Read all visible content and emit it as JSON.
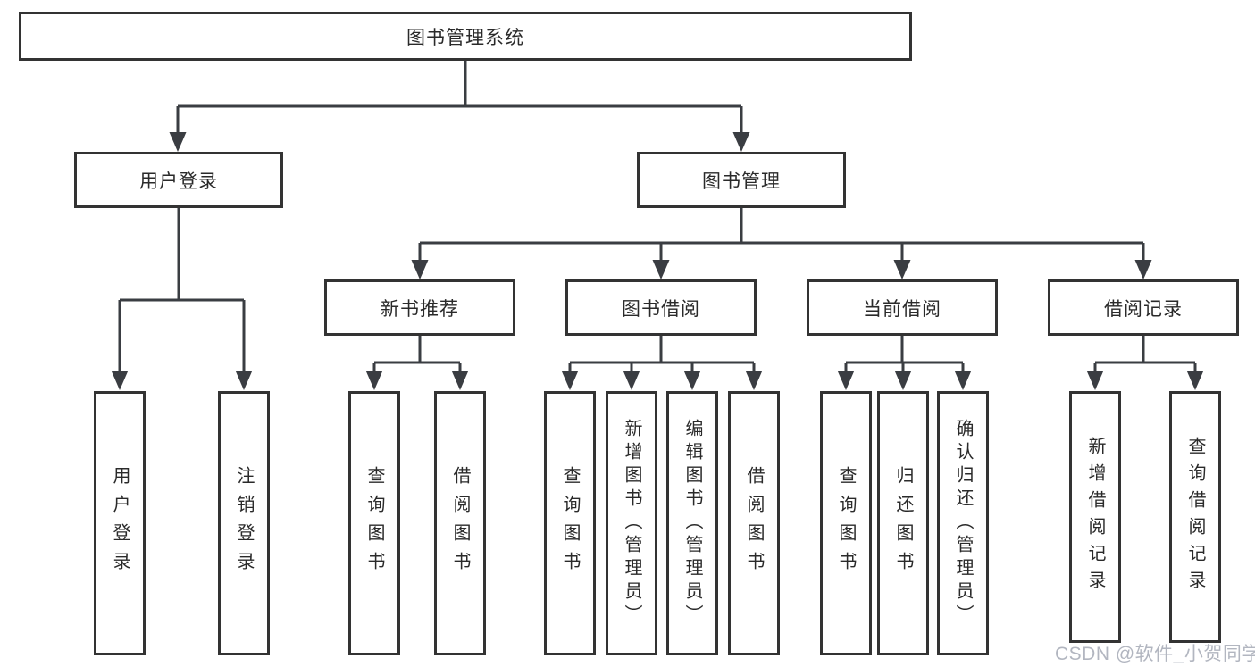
{
  "tree": {
    "label": "图书管理系统",
    "children": [
      {
        "label": "用户登录",
        "children": [
          {
            "label": "用户登录"
          },
          {
            "label": "注销登录"
          }
        ]
      },
      {
        "label": "图书管理",
        "children": [
          {
            "label": "新书推荐",
            "children": [
              {
                "label": "查询图书"
              },
              {
                "label": "借阅图书"
              }
            ]
          },
          {
            "label": "图书借阅",
            "children": [
              {
                "label": "查询图书"
              },
              {
                "label": "新增图书（管理员）"
              },
              {
                "label": "编辑图书（管理员）"
              },
              {
                "label": "借阅图书"
              }
            ]
          },
          {
            "label": "当前借阅",
            "children": [
              {
                "label": "查询图书"
              },
              {
                "label": "归还图书"
              },
              {
                "label": "确认归还（管理员）"
              }
            ]
          },
          {
            "label": "借阅记录",
            "children": [
              {
                "label": "新增借阅记录"
              },
              {
                "label": "查询借阅记录"
              }
            ]
          }
        ]
      }
    ]
  },
  "watermark": {
    "text": "CSDN @软件_小贺同学"
  },
  "colors": {
    "line": "#3a3d42",
    "box_border": "#333333",
    "text": "#2a2a2a",
    "watermark": "#b2b6c0"
  }
}
